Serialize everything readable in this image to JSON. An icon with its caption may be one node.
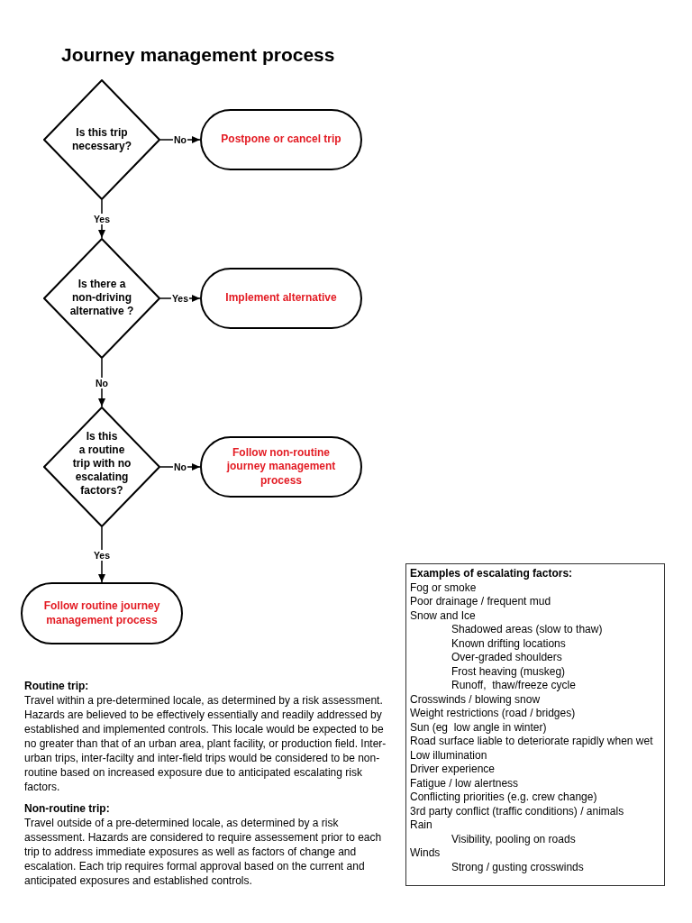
{
  "diagram": {
    "title": "Journey management process",
    "nodes": [
      {
        "text": [
          "Is this trip necessary?"
        ]
      },
      {
        "text": [
          "Postpone or cancel trip"
        ]
      },
      {
        "text": [
          "Is there a non-driving alternative ?"
        ]
      },
      {
        "text": [
          "Implement alternative"
        ]
      },
      {
        "text": [
          "Is this a routine trip with no escalating factors?"
        ]
      },
      {
        "text": [
          "Follow non-routine journey management process"
        ]
      },
      {
        "text": [
          "Follow routine journey management process"
        ]
      },
      {
        "text": [
          "Examples of escalating factors:",
          "Fog or smoke",
          "Poor drainage / frequent mud",
          "Snow and Ice",
          "Shadowed areas (slow to thaw)",
          "Known drifting locations",
          "Over-graded shoulders",
          "Frost heaving (muskeg)",
          "Runoff,  thaw/freeze cycle",
          "Crosswinds / blowing snow",
          "Weight restrictions (road / bridges)",
          "Sun (eg  low angle in winter)",
          "Road surface liable to deteriorate rapidly when wet",
          "Low illumination",
          "Driver experience",
          "Fatigue / low alertness",
          "Conflicting priorities (e.g. crew change)",
          "3rd party conflict (traffic conditions) / animals",
          "Rain",
          "Visibility, pooling on roads",
          "Winds",
          "Strong / gusting crosswinds"
        ]
      }
    ],
    "edges": [
      {
        "from": 0,
        "to": 1,
        "arrow": "to",
        "label": "No"
      },
      {
        "from": 0,
        "to": 2,
        "arrow": "to",
        "label": "Yes"
      },
      {
        "from": 2,
        "to": 3,
        "arrow": "to",
        "label": "Yes"
      },
      {
        "from": 2,
        "to": 4,
        "arrow": "to",
        "label": "No"
      },
      {
        "from": 4,
        "to": 5,
        "arrow": "to",
        "label": "No"
      },
      {
        "from": 4,
        "to": 6,
        "arrow": "to",
        "label": "Yes"
      }
    ],
    "labels": [
      "Routine trip:",
      "Travel within a pre-determined locale, as determined by a risk assessment. Hazards are believed to be effectively essentially and readily addressed by established and implemented controls. This locale would be expected to be no greater than that of an urban area, plant facility, or production field. Inter-urban trips, inter-facilty and inter-field trips would be considered to be non-routine based on increased exposure due to anticipated escalating risk factors.",
      "Non-routine trip:",
      "Travel outside of a pre-determined locale, as determined by a risk assessment. Hazards are considered to require assessement prior to each trip to address immediate exposures as well as factors of change and escalation. Each trip requires formal approval based on the current and anticipated exposures and established controls."
    ]
  }
}
